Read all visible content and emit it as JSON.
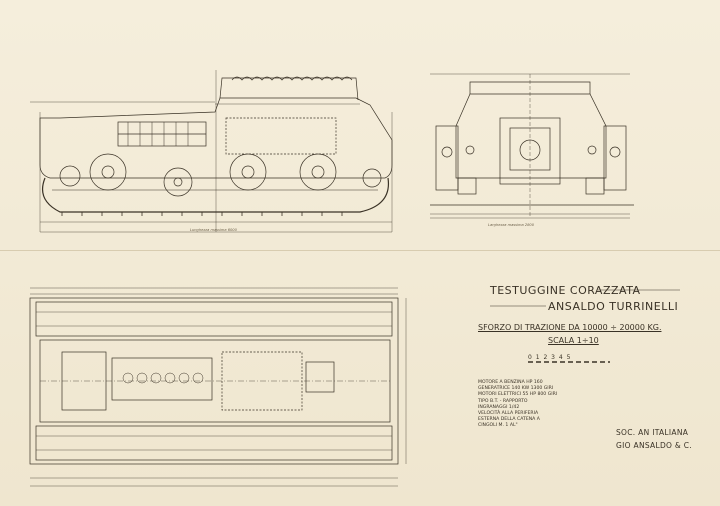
{
  "title": {
    "line1": "TESTUGGINE CORAZZATA",
    "line2": "ANSALDO TURRINELLI"
  },
  "subtitle": {
    "line1": "SFORZO DI TRAZIONE DA 10000 ÷ 20000 KG.",
    "line2": "SCALA 1÷10"
  },
  "scale_bar_label": "0 1 2 3 4 5",
  "specs": [
    "MOTORE A BENZINA HP 160",
    "GENERATRICE 140 KW 1300 GIRI",
    "MOTORI ELETTRICI 55 HP 800 GIRI",
    "TIPO B.T. - RAPPORTO",
    "INGRANAGGI 1/42",
    "VELOCITÀ ALLA PERIFERIA",
    "ESTERNA DELLA CATENA A",
    "CINGOLI M. 1 AL\""
  ],
  "maker": {
    "line1": "SOC. AN ITALIANA",
    "line2": "GIO ANSALDO & C."
  },
  "dimension_notes": {
    "side_length": "Lunghezza massima 6000",
    "front_width": "Larghezza massima 2800"
  }
}
